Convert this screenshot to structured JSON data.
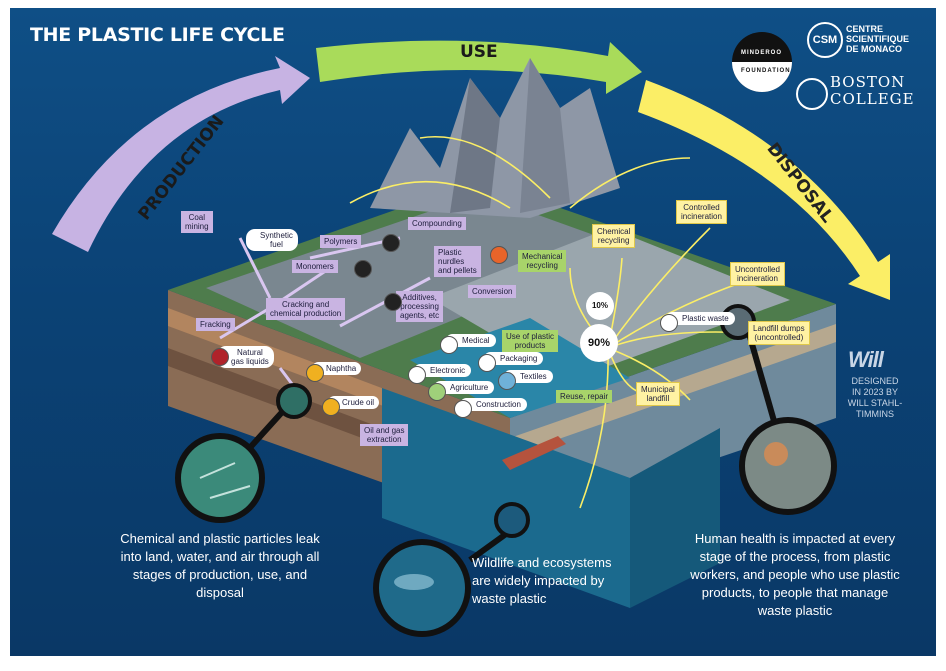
{
  "title": "THE PLASTIC LIFE CYCLE",
  "stages": {
    "production": "PRODUCTION",
    "use": "USE",
    "disposal": "DISPOSAL"
  },
  "colors": {
    "background": "#0c467c",
    "production": "#c7b3e3",
    "use": "#a9db5a",
    "disposal": "#fbee66"
  },
  "labels": {
    "coal_mining": "Coal\nmining",
    "synthetic_fuel": "Synthetic\nfuel",
    "polymers": "Polymers",
    "compounding": "Compounding",
    "monomers": "Monomers",
    "plastic_nurdles": "Plastic\nnurdles\nand pellets",
    "mechanical_recycling": "Mechanical\nrecycling",
    "chemical_recycling": "Chemical\nrecycling",
    "controlled_incineration": "Controlled\nincineration",
    "uncontrolled_incineration": "Uncontrolled\nincineration",
    "cracking": "Cracking and\nchemical production",
    "additives": "Additives,\nprocessing\nagents, etc",
    "conversion": "Conversion",
    "fracking": "Fracking",
    "natural_gas_liquids": "Natural\ngas liquids",
    "naphtha": "Naphtha",
    "crude_oil": "Crude oil",
    "oil_gas_extraction": "Oil and gas\nextraction",
    "medical": "Medical",
    "use_of_plastic_products": "Use of plastic\nproducts",
    "packaging": "Packaging",
    "electronic": "Electronic",
    "textiles": "Textiles",
    "agriculture": "Agriculture",
    "construction": "Construction",
    "reuse_repair": "Reuse, repair",
    "municipal_landfill": "Municipal\nlandfill",
    "plastic_waste": "Plastic waste",
    "landfill_dumps": "Landfill dumps\n(uncontrolled)",
    "pct_10": "10%",
    "pct_90": "90%"
  },
  "icons": [
    "oil-barrel-icon",
    "pellets-icon",
    "polymer-dots-icon",
    "medical-bottle-icon",
    "electronics-icon",
    "textiles-icon",
    "agriculture-icon",
    "construction-icon",
    "packaging-icon",
    "plastic-waste-icon"
  ],
  "captions": {
    "left": "Chemical and plastic particles leak\ninto land, water, and air through all\nstages of production, use, and\ndisposal",
    "middle": "Wildlife and ecosystems\nare widely impacted by\nwaste plastic",
    "right": "Human health is impacted at every\nstage of the process, from plastic\nworkers, and people who use plastic\nproducts, to people that manage\nwaste plastic"
  },
  "logos": {
    "minderoo": "MINDEROO",
    "minderoo_sub": "FOUNDATION",
    "csm_mark": "CSM",
    "csm_text": "CENTRE\nSCIENTIFIQUE\nDE MONACO",
    "bc_text": "BOSTON\nCOLLEGE"
  },
  "credit": {
    "mark": "Will",
    "text": "DESIGNED\nIN 2023 BY\nWILL STAHL-\nTIMMINS"
  }
}
